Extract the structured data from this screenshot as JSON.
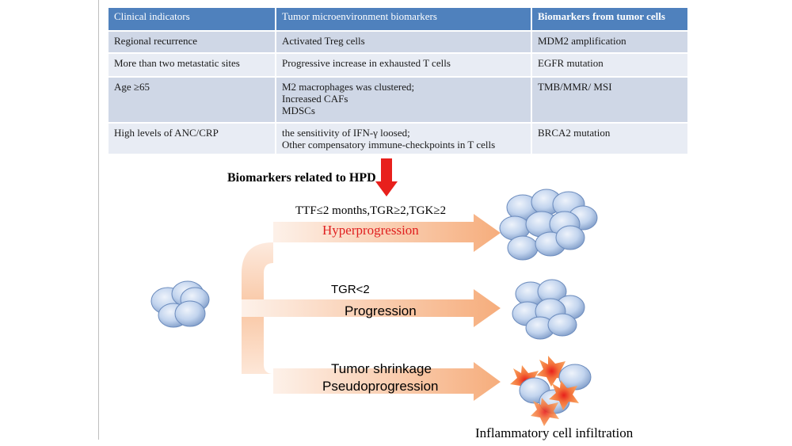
{
  "table": {
    "headers": [
      "Clinical indicators",
      "Tumor microenvironment biomarkers",
      "Biomarkers from tumor cells"
    ],
    "rows": [
      [
        "Regional recurrence",
        "Activated Treg cells",
        "MDM2 amplification"
      ],
      [
        "More than two metastatic sites",
        "Progressive increase in exhausted T cells",
        "EGFR mutation"
      ],
      [
        "Age ≥65",
        "M2 macrophages was clustered;\nIncreased CAFs\nMDSCs",
        "TMB/MMR/ MSI"
      ],
      [
        "High levels of ANC/CRP",
        "the sensitivity of IFN-γ loosed;\nOther compensatory immune-checkpoints in T cells",
        "BRCA2 mutation"
      ]
    ]
  },
  "diagram": {
    "title": "Biomarkers related to HPD",
    "branch1_criteria": "TTF≤2 months,TGR≥2,TGK≥2",
    "branch1_outcome": "Hyperprogression",
    "branch2_criteria": "TGR<2",
    "branch2_outcome": "Progression",
    "branch3_criteria": "Tumor shrinkage",
    "branch3_outcome": "Pseudoprogression",
    "branch3_note": "Inflammatory cell infiltration"
  },
  "colors": {
    "header_blue": "#4f81bd",
    "row_dark": "#cfd7e6",
    "row_light": "#e8ecf4",
    "arrow_red": "#e8201c",
    "hyper_red": "#e02020",
    "arrow_orange": "#f7b98c",
    "cell_blue": "#a9c2e4"
  }
}
